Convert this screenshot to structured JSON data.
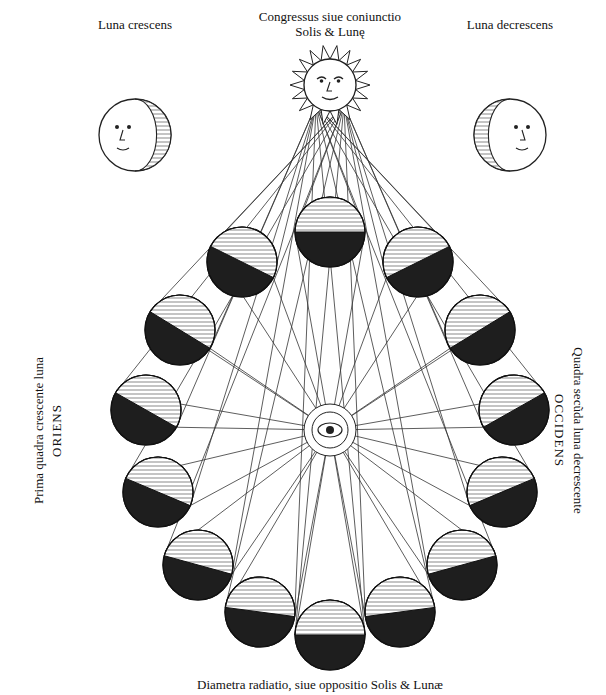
{
  "diagram": {
    "labels": [
      "Luna crescens",
      "Congressus siue coniunctio Solis & Lunę",
      "Luna decrescens",
      "Prima quadra crescente luna",
      "ORIENS",
      "OCCIDENS",
      "Quadra secũda luna decrescente",
      "Diametra radiatio, siue oppositio Solis & Lunæ"
    ]
  }
}
